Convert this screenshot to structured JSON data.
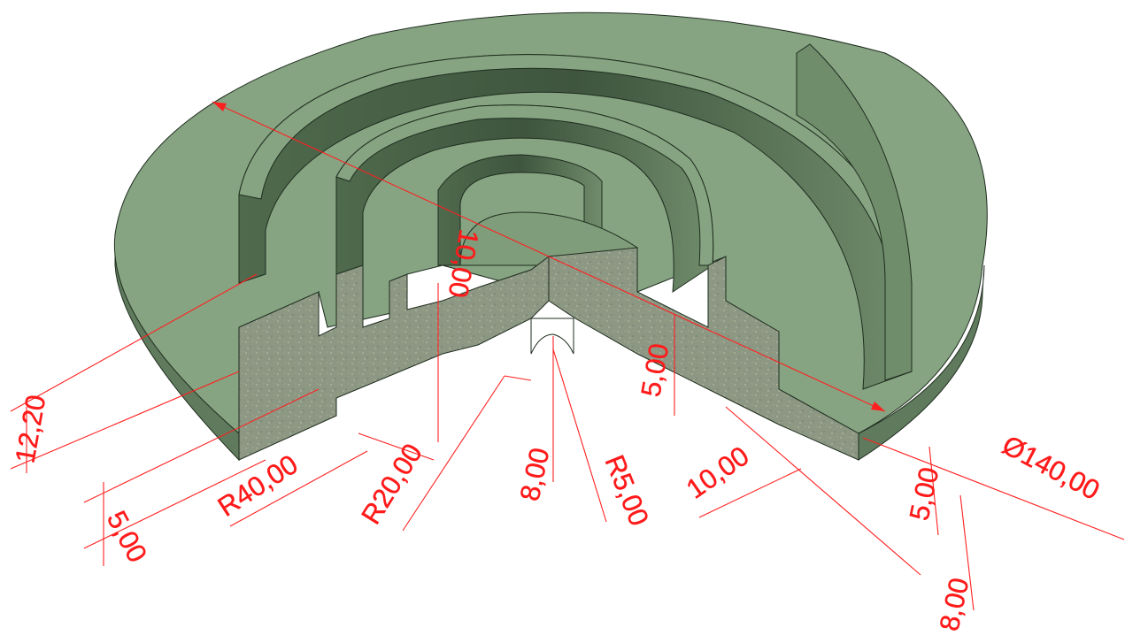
{
  "colors": {
    "top_face": "#86a482",
    "side_dark": "#5f7a5c",
    "wall_light": "#7f9d7b",
    "section": "#8e9a82",
    "dimension": "#ff1a1a"
  },
  "dimensions": {
    "outer_height": "12,20",
    "base_thickness": "5,00",
    "outer_radius": "R40,00",
    "inner_radius": "R20,00",
    "center_depth": "8,00",
    "hole_radius": "R5,00",
    "wall_spacing": "10,00",
    "right_step": "5,00",
    "right_depth": "8,00",
    "diameter": "Ø140,00",
    "wall_height": "10,00",
    "mid_step": "5,00"
  }
}
